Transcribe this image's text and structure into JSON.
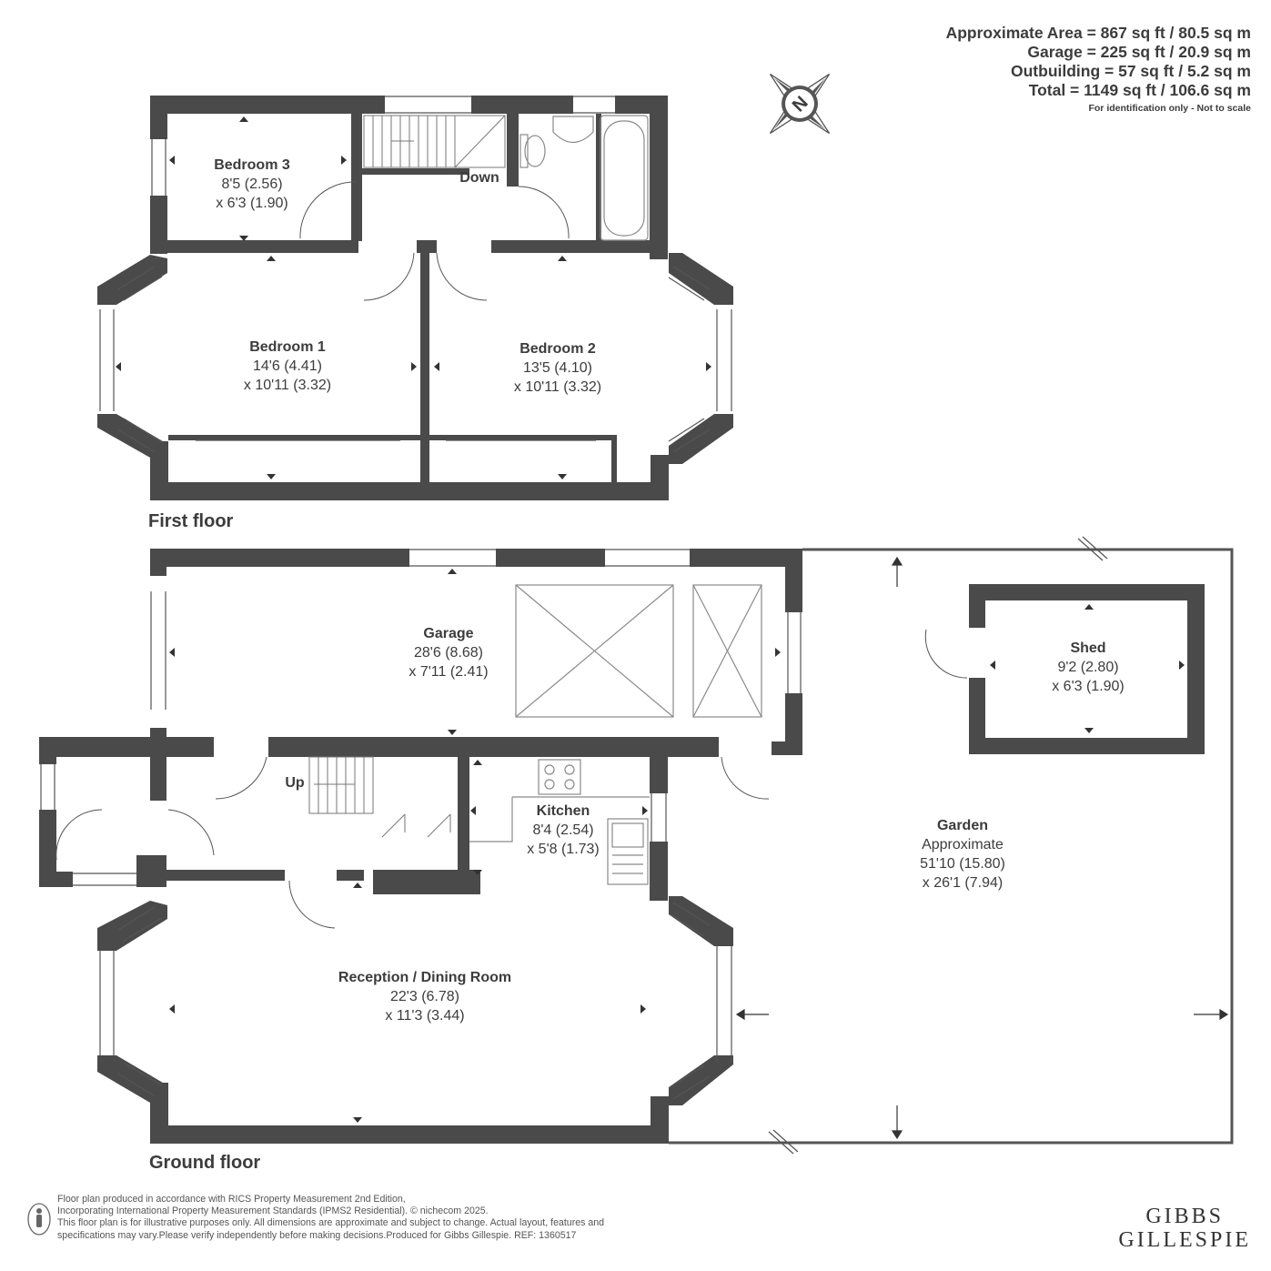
{
  "areas": {
    "lines": [
      "Approximate Area = 867 sq ft / 80.5 sq m",
      "Garage = 225 sq ft / 20.9 sq m",
      "Outbuilding = 57 sq ft / 5.2 sq m",
      "Total = 1149 sq ft / 106.6 sq m"
    ],
    "note": "For identification only - Not to scale"
  },
  "compass": {
    "letter": "N"
  },
  "floors": {
    "first": "First floor",
    "ground": "Ground floor"
  },
  "rooms": {
    "bedroom3": {
      "name": "Bedroom 3",
      "dim1": "8'5 (2.56)",
      "dim2": "x 6'3 (1.90)"
    },
    "bedroom1": {
      "name": "Bedroom 1",
      "dim1": "14'6 (4.41)",
      "dim2": "x 10'11 (3.32)"
    },
    "bedroom2": {
      "name": "Bedroom 2",
      "dim1": "13'5 (4.10)",
      "dim2": "x 10'11 (3.32)"
    },
    "garage": {
      "name": "Garage",
      "dim1": "28'6 (8.68)",
      "dim2": "x 7'11 (2.41)"
    },
    "shed": {
      "name": "Shed",
      "dim1": "9'2 (2.80)",
      "dim2": "x 6'3 (1.90)"
    },
    "kitchen": {
      "name": "Kitchen",
      "dim1": "8'4 (2.54)",
      "dim2": "x 5'8 (1.73)"
    },
    "garden": {
      "name": "Garden",
      "sub": "Approximate",
      "dim1": "51'10 (15.80)",
      "dim2": "x 26'1 (7.94)"
    },
    "reception": {
      "name": "Reception / Dining Room",
      "dim1": "22'3 (6.78)",
      "dim2": "x 11'3 (3.44)"
    }
  },
  "stairs": {
    "down": "Down",
    "up": "Up"
  },
  "footer": {
    "lines": [
      "Floor plan produced in accordance with RICS Property Measurement 2nd Edition,",
      "Incorporating International Property Measurement Standards (IPMS2 Residential).   © nichecom 2025.",
      "This floor plan is for illustrative purposes only. All dimensions are approximate and subject to change. Actual layout, features and",
      "specifications may vary.Please verify independently before making decisions.Produced for Gibbs Gillespie.   REF: 1360517"
    ]
  },
  "brand": {
    "line1": "Gibbs",
    "line2": "Gillespie"
  },
  "colors": {
    "wall": "#4a4a4a",
    "line": "#555555",
    "fixture": "#8a8a8a"
  }
}
